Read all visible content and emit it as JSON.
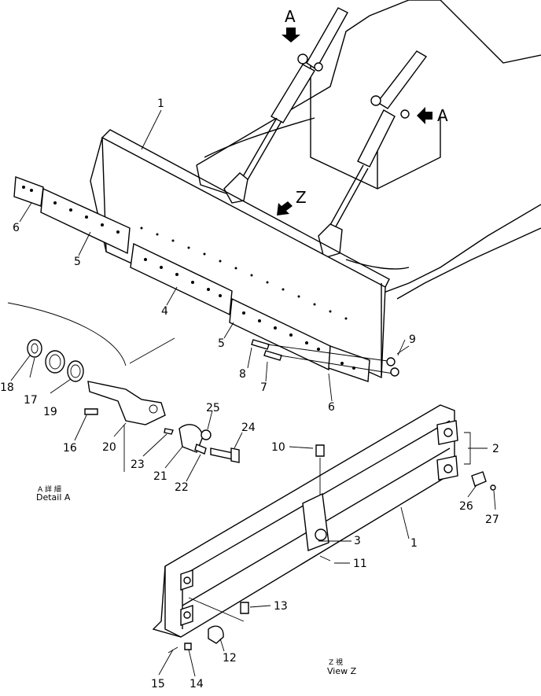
{
  "view_labels": {
    "a_top": "A",
    "a_right": "A",
    "z": "Z"
  },
  "captions": {
    "detail_a_jp": "A 詳 細",
    "detail_a_en": "Detail A",
    "view_z_jp": "Z 視",
    "view_z_en": "View Z"
  },
  "callouts": [
    "1",
    "2",
    "3",
    "4",
    "5",
    "5",
    "6",
    "6",
    "7",
    "8",
    "9",
    "10",
    "11",
    "12",
    "13",
    "14",
    "15",
    "16",
    "17",
    "18",
    "19",
    "20",
    "21",
    "22",
    "23",
    "24",
    "25",
    "26",
    "27",
    "1"
  ]
}
